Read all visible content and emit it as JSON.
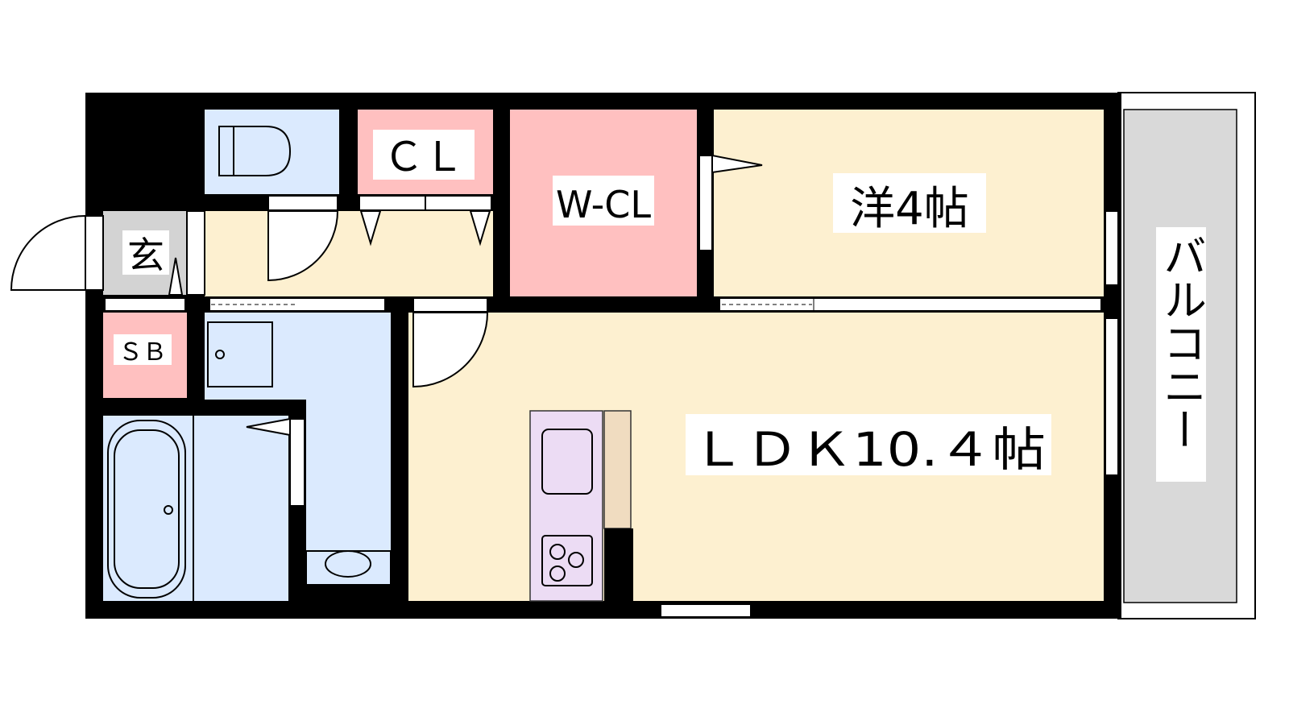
{
  "rooms": {
    "closet": "ＣＬ",
    "walk_in_closet": "W-CL",
    "western_room": "洋4帖",
    "entrance": "玄",
    "shoe_box": "ＳＢ",
    "ldk": "ＬＤＫ10.４帖",
    "balcony": "バルコニー"
  },
  "colors": {
    "wall": "#000000",
    "wet_area": "#dbeafe",
    "storage": "#ffc0c0",
    "living": "#fdf0d0",
    "entrance": "#d3d3d3",
    "kitchen": "#ecdcf4",
    "balcony": "#d9d9d9"
  }
}
